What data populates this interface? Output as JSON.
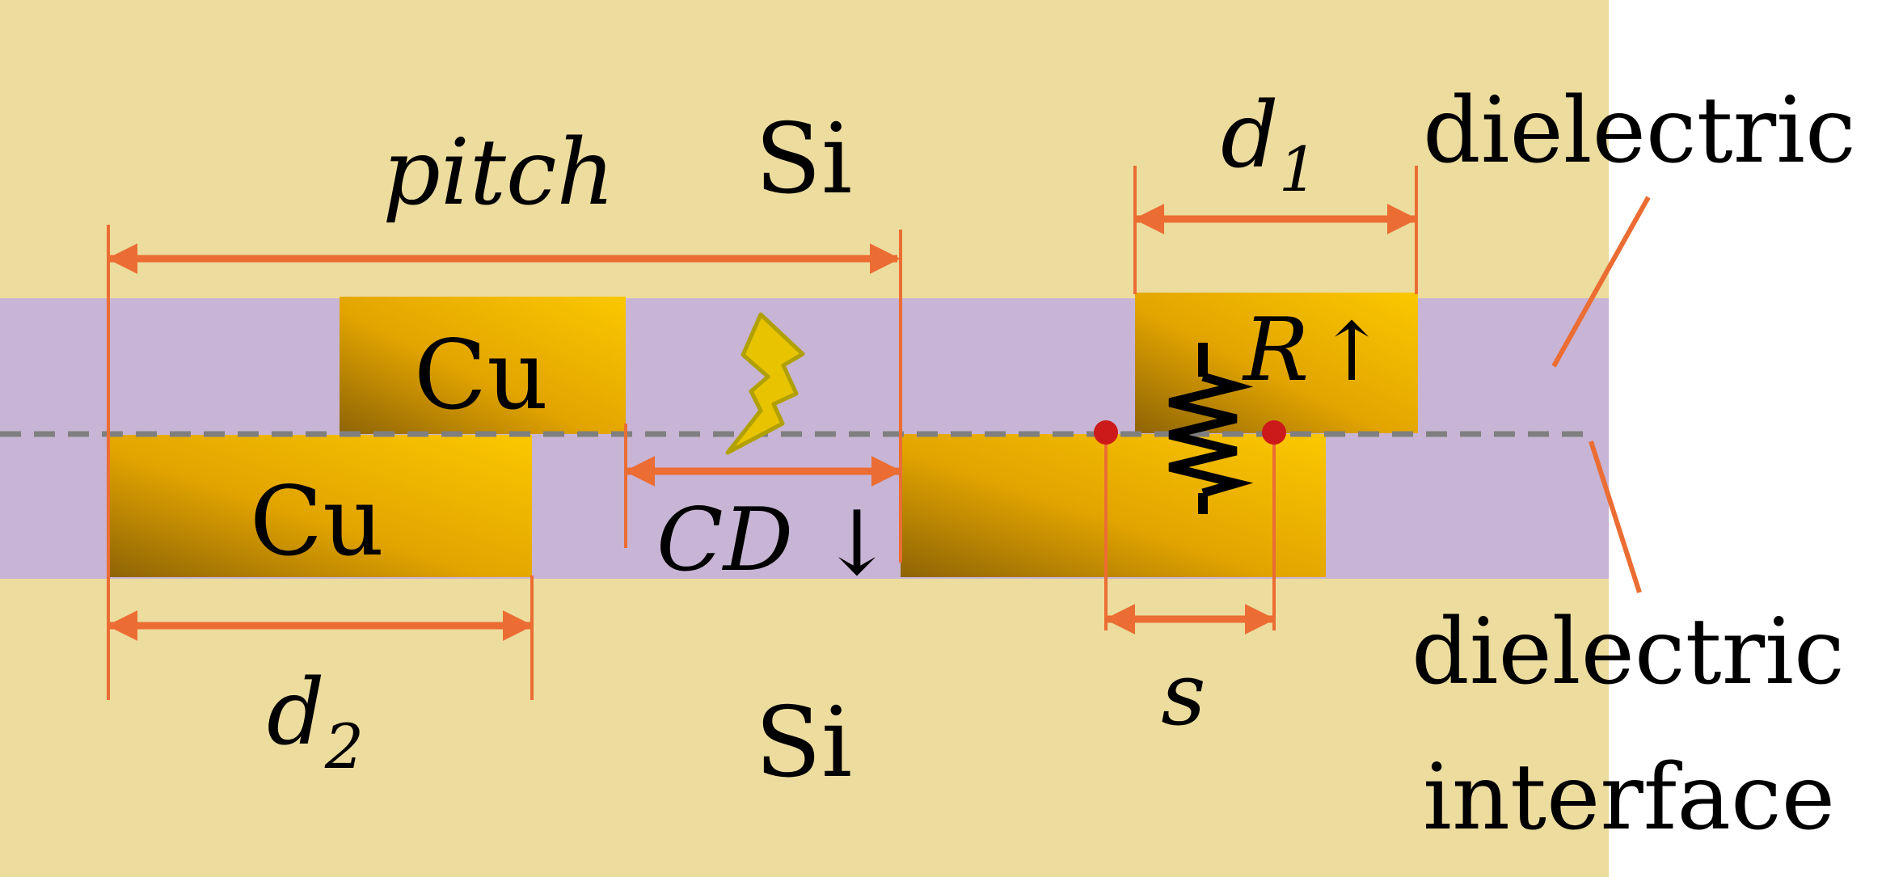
{
  "labels": {
    "si_top": "Si",
    "si_bottom": "Si",
    "cu_top": "Cu",
    "cu_bottom": "Cu",
    "pitch": "pitch",
    "d1_base": "d",
    "d1_sub": "1",
    "d2_base": "d",
    "d2_sub": "2",
    "cd": "CD",
    "cd_arrow": "↓",
    "r": "R",
    "r_arrow": "↑",
    "s": "s",
    "dielectric_top": "dielectric",
    "dielectric_bottom_line1": "dielectric",
    "dielectric_bottom_line2": "interface"
  },
  "icons": {
    "spark": "lightning-bolt-icon",
    "resistor": "resistor-icon"
  },
  "colors": {
    "silicon": "#ecdc9e",
    "dielectric": "#c8b4d4",
    "copper_light": "#fbc800",
    "copper_dark": "#8e6406",
    "dimension": "#eb6d33",
    "interface_dash": "#7f7f7f",
    "misalignment_dot": "#cc1a1a",
    "spark_fill": "#e7c300",
    "text": "#000000"
  }
}
